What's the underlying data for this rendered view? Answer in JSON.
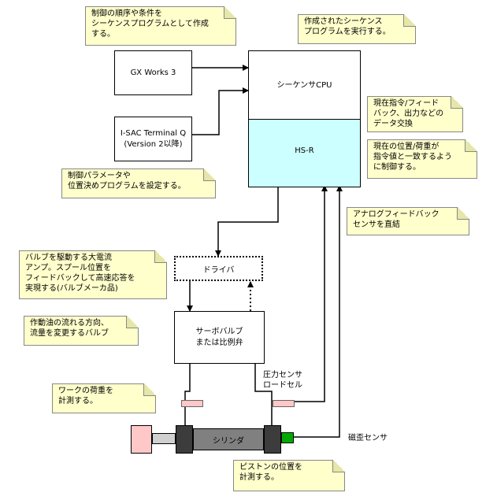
{
  "blocks": {
    "gx_works": "GX Works 3",
    "isac": "I-SAC Terminal Q\n(Version 2以降)",
    "sequencer": "シーケンサCPU",
    "hsr": "HS-R",
    "driver": "ドライバ",
    "servo_valve": "サーボバルブ\nまたは比例弁",
    "cylinder": "シリンダ"
  },
  "labels": {
    "pressure_sensor": "圧力センサ\nロードセル",
    "magnetostrictive_sensor": "磁歪センサ"
  },
  "notes": {
    "sequence_program": "制御の順序や条件を\nシーケンスプログラムとして作成\nする。",
    "execute_sequence": "作成されたシーケンス\nプログラムを実行する。",
    "current_command": "現在指令/フィード\nバック、出力などの\nデータ交換",
    "position_load": "現在の位置/荷重が\n指令値と一致するよう\nに制御する。",
    "control_params": "制御パラメータや\n位置決めプログラムを設定する。",
    "analog_feedback": "アナログフィードバック\nセンサを直結",
    "valve_drive": "バルブを駆動する大電流\nアンプ。スプール位置を\nフィードバックして高速応答を\n実現する(バルブメーカ品)",
    "hydraulic_flow": "作動油の流れる方向、\n流量を変更するバルブ",
    "work_load": "ワークの荷重を\n計測する。",
    "piston_position": "ピストンの位置を\n計測する。"
  },
  "colors": {
    "note_fill": "#ffffcc",
    "hsr_fill": "#ccffff",
    "pink": "#ffc8c8",
    "cylinder_gray": "#808080",
    "sensor_green": "#00aa00"
  }
}
